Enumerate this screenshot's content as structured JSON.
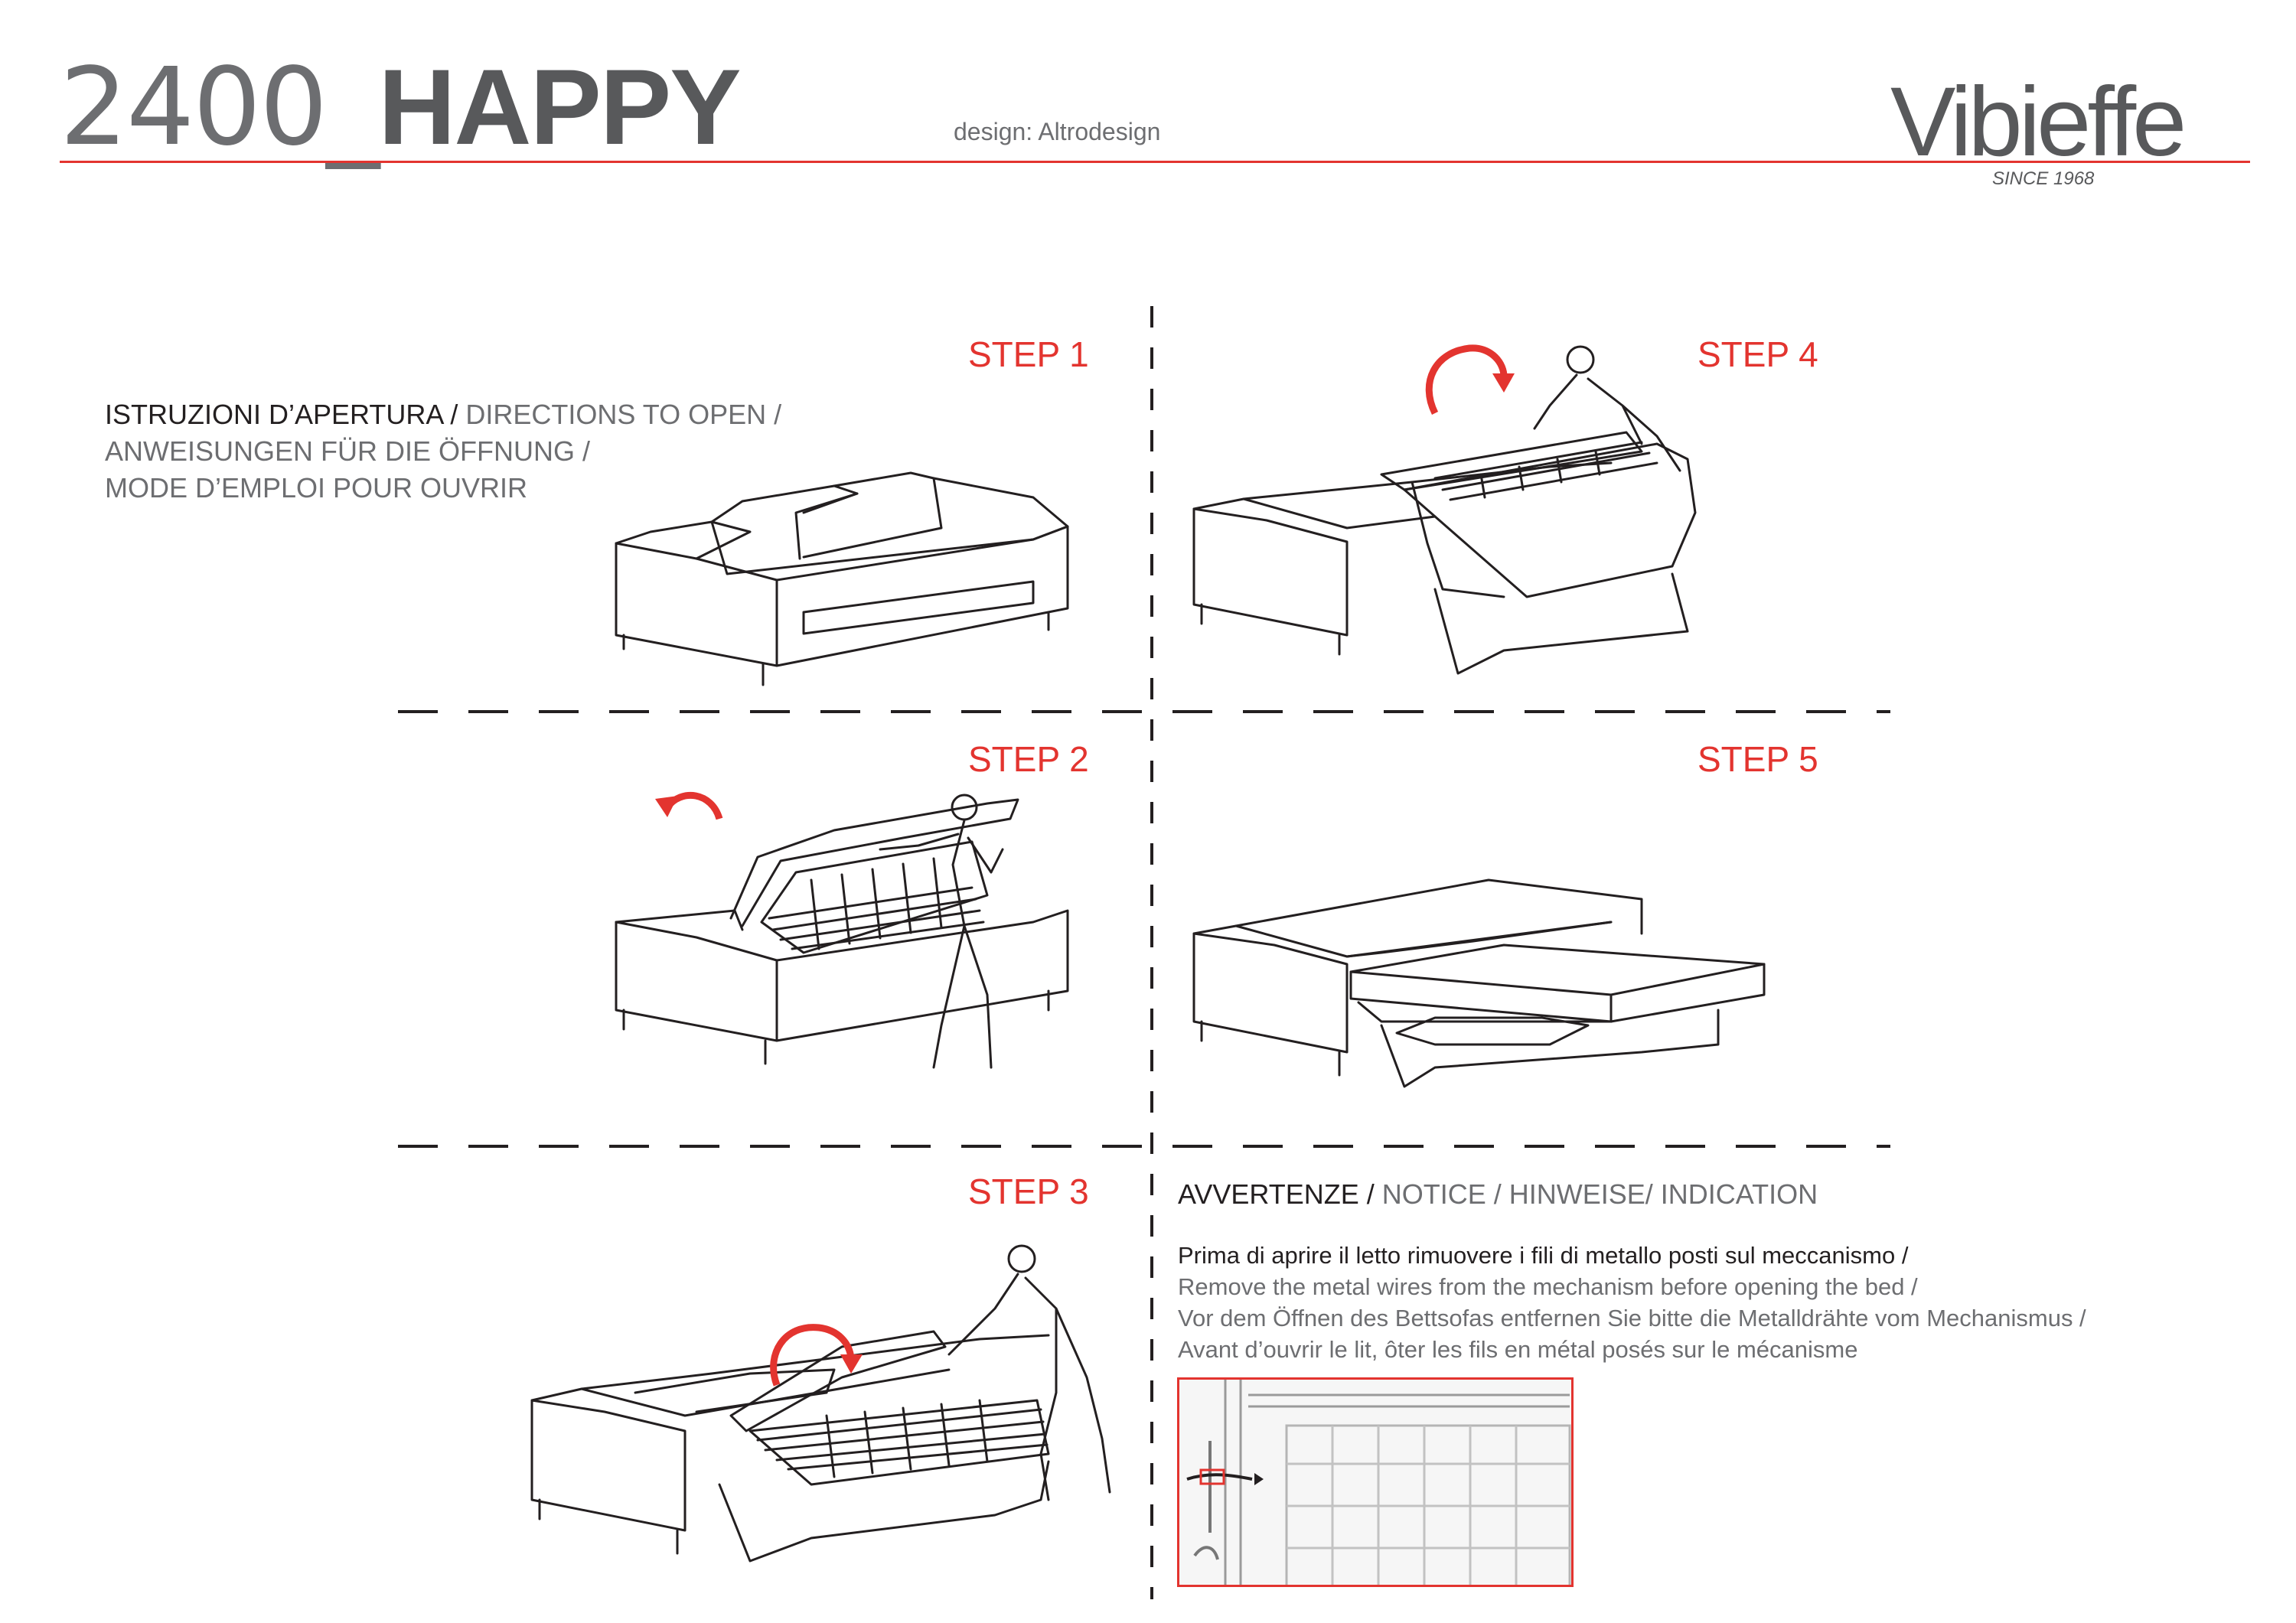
{
  "header": {
    "code": "2400_",
    "name": "HAPPY",
    "design": "design: Altrodesign",
    "brand": "Vibieffe",
    "since": "SINCE 1968"
  },
  "colors": {
    "accent": "#e3342f",
    "text": "#231f20",
    "muted": "#6d6e71"
  },
  "directions": {
    "lead": "ISTRUZIONI D’APERTURA / ",
    "line1_rest": "DIRECTIONS TO OPEN /",
    "line2": "ANWEISUNGEN FÜR DIE ÖFFNUNG /",
    "line3": "MODE D’EMPLOI POUR OUVRIR"
  },
  "steps": {
    "s1": "STEP 1",
    "s2": "STEP 2",
    "s3": "STEP 3",
    "s4": "STEP 4",
    "s5": "STEP 5"
  },
  "notice": {
    "heading_lead": "AVVERTENZE / ",
    "heading_rest": "NOTICE / HINWEISE/ INDICATION",
    "it": "Prima di aprire il letto rimuovere i fili di metallo posti sul meccanismo /",
    "en": "Remove the metal wires from the mechanism before opening the bed /",
    "de": "Vor dem Öffnen des Bettsofas entfernen Sie bitte die Metalldrähte vom Mechanismus /",
    "fr": "Avant d’ouvrir le lit, ôter les fils en métal posés sur le mécanisme"
  },
  "icons": [
    "rotate-arrow-icon",
    "lift-arrow-icon"
  ]
}
